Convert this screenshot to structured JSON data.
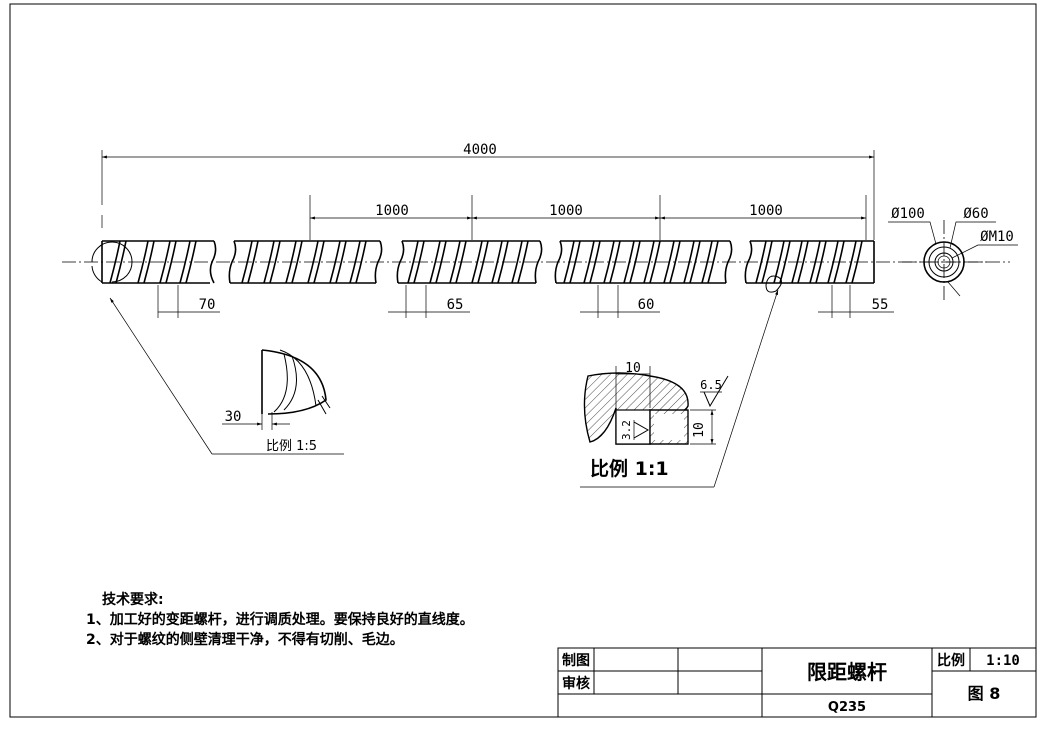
{
  "dimensions": {
    "total": "4000",
    "pitch_1": "1000",
    "pitch_2": "1000",
    "pitch_3": "1000",
    "lead_1": "70",
    "lead_2": "65",
    "lead_3": "60",
    "lead_4": "55",
    "dia_outer": "Ø100",
    "dia_inner": "Ø60",
    "dia_thread": "ØM10"
  },
  "detail_a": {
    "dim": "30",
    "scale_label": "比例 1:5"
  },
  "detail_b": {
    "width": "10",
    "height": "10",
    "roughness_top": "6.5",
    "roughness_side": "3.2",
    "scale_label": "比例 1:1"
  },
  "notes": {
    "heading": "技术要求:",
    "line1": "1、加工好的变距螺杆，进行调质处理。要保持良好的直线度。",
    "line2": "2、对于螺纹的侧壁清理干净，不得有切削、毛边。"
  },
  "title_block": {
    "drawn_label": "制图",
    "check_label": "审核",
    "part_name": "限距螺杆",
    "material": "Q235",
    "scale_label": "比例",
    "scale_value": "1:10",
    "figure": "图 8"
  }
}
